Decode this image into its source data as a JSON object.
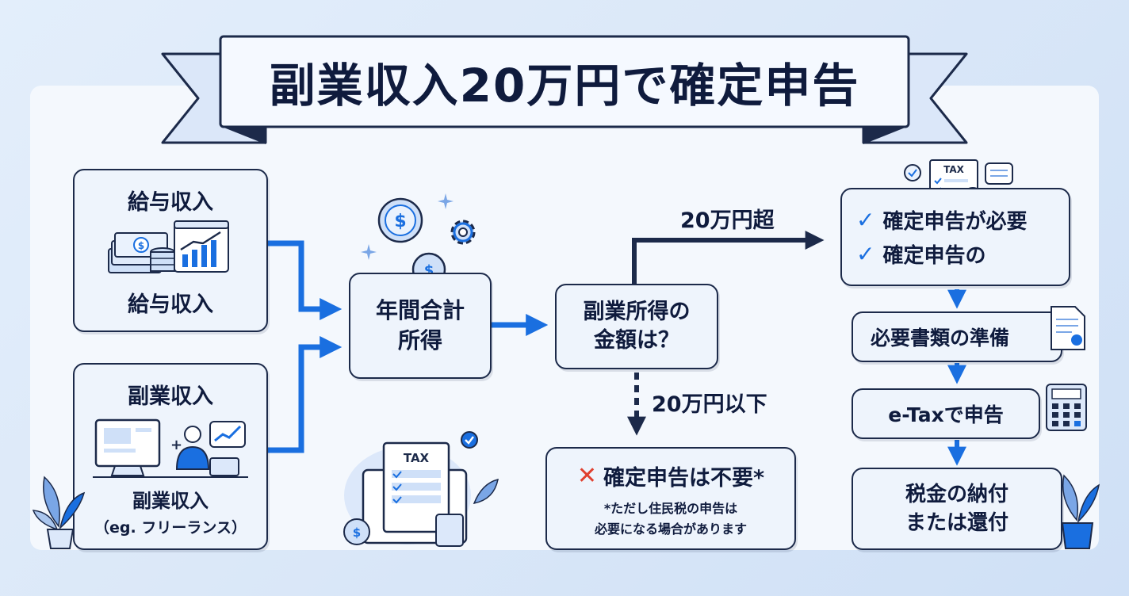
{
  "title": "副業収入20万円で確定申告",
  "income": {
    "salary_top": "給与収入",
    "salary_bottom": "給与収入",
    "side_top": "副業収入",
    "side_bottom_line1": "副業収入",
    "side_bottom_line2": "（eg. フリーランス）"
  },
  "annual": {
    "line1": "年間合計",
    "line2": "所得"
  },
  "decision": {
    "line1": "副業所得の",
    "line2": "金額は？"
  },
  "branches": {
    "over": "20万円超",
    "under": "20万円以下"
  },
  "not_required": {
    "mark": "✕",
    "main": "確定申告は不要*",
    "note_line1": "*ただし住民税の申告は",
    "note_line2": "必要になる場合があります"
  },
  "required": {
    "check": "✓",
    "item1": "確定申告が必要",
    "item2": "確定申告の"
  },
  "steps": {
    "documents": "必要書類の準備",
    "etax": "e-Taxで申告",
    "pay_line1": "税金の納付",
    "pay_line2": "または還付"
  },
  "icons": {
    "tax_label": "TAX",
    "dollar": "$"
  },
  "colors": {
    "navy": "#1c2a4a",
    "blue": "#1a6fe0",
    "light_blue": "#dce8fa",
    "cross_red": "#e0402f"
  }
}
